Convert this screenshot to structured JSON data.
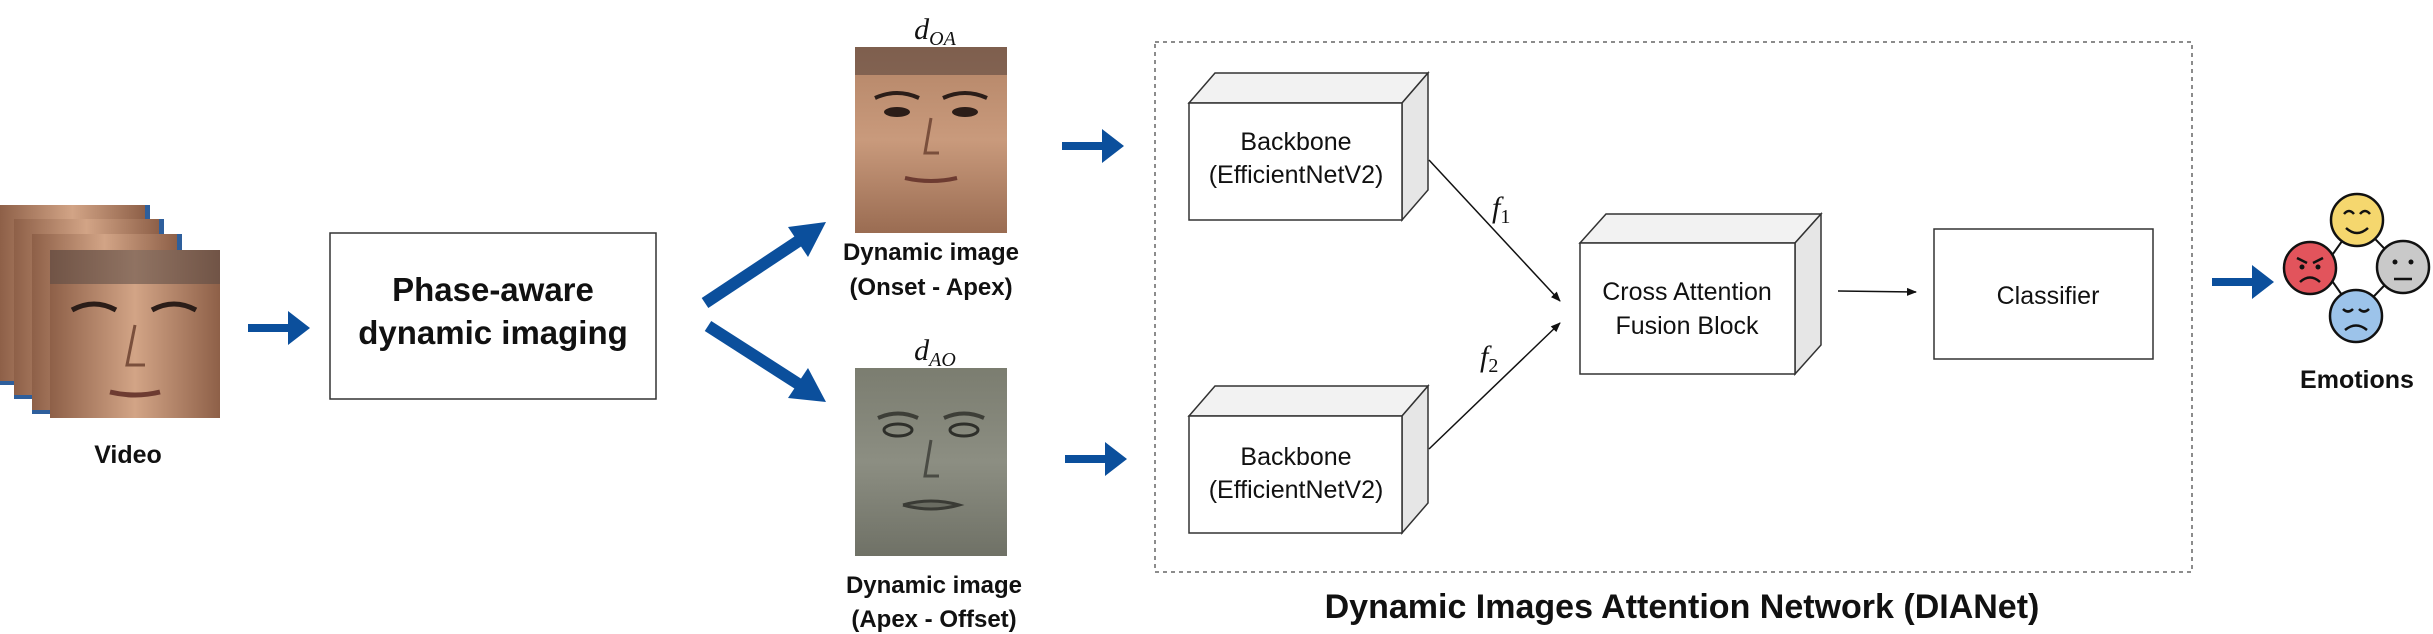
{
  "video": {
    "label": "Video"
  },
  "phase_block": {
    "line1": "Phase-aware",
    "line2": "dynamic imaging"
  },
  "dyn_image_oa": {
    "symbol": "d",
    "symbol_sub": "OA",
    "caption_line1": "Dynamic image",
    "caption_line2": "(Onset - Apex)"
  },
  "dyn_image_ao": {
    "symbol": "d",
    "symbol_sub": "AO",
    "caption_line1": "Dynamic image",
    "caption_line2": "(Apex - Offset)"
  },
  "network": {
    "title": "Dynamic Images Attention Network (DIANet)",
    "backbone_top": {
      "line1": "Backbone",
      "line2": "(EfficientNetV2)"
    },
    "backbone_bottom": {
      "line1": "Backbone",
      "line2": "(EfficientNetV2)"
    },
    "feature_1": {
      "symbol": "f",
      "sub": "1"
    },
    "feature_2": {
      "symbol": "f",
      "sub": "2"
    },
    "fusion": {
      "line1": "Cross Attention",
      "line2": "Fusion Block"
    },
    "classifier": {
      "label": "Classifier"
    }
  },
  "emotions": {
    "label": "Emotions"
  },
  "colors": {
    "arrow_blue": "#0b4f9c",
    "emotion_happy": "#f5d76e",
    "emotion_neutral": "#c9c9c9",
    "emotion_angry": "#e2545c",
    "emotion_sad": "#9cc3ea"
  }
}
